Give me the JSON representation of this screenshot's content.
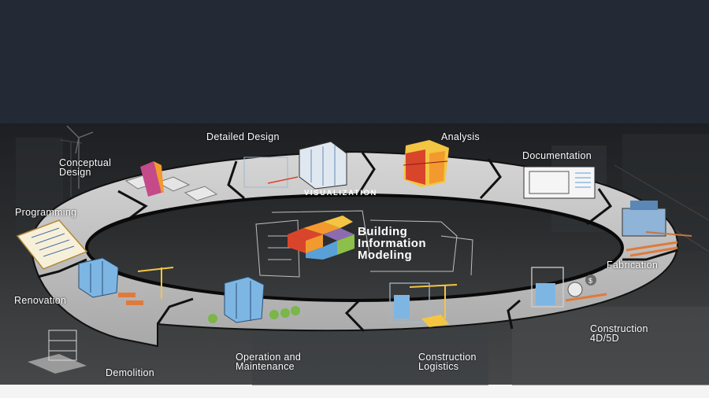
{
  "center": {
    "title_line1": "Building",
    "title_line2": "Information",
    "title_line3": "Modeling",
    "band_label": "VISUALIZATION"
  },
  "stages": {
    "detailed_design": "Detailed Design",
    "analysis": "Analysis",
    "documentation": "Documentation",
    "conceptual_design_1": "Conceptual",
    "conceptual_design_2": "Design",
    "programming": "Programming",
    "fabrication": "Fabrication",
    "renovation": "Renovation",
    "construction_1": "Construction",
    "construction_2": "4D/5D",
    "demolition": "Demolition",
    "operation_1": "Operation and",
    "operation_2": "Maintenance",
    "logistics_1": "Construction",
    "logistics_2": "Logistics"
  },
  "colors": {
    "top_band": "#232a36",
    "ring": "#c9c9c9",
    "ring_edge": "#1a1a1a",
    "cube_orange": "#f29a2e",
    "cube_blue": "#5aa0d8",
    "cube_red": "#d9452b",
    "cube_purple": "#8c6bb1",
    "cube_yellow": "#f4c542",
    "cube_green": "#8cc04a"
  },
  "icons": [
    "wind-turbine-icon",
    "city-buildings-icon",
    "clipboard-icon",
    "crane-icon",
    "cube-logo-icon"
  ]
}
